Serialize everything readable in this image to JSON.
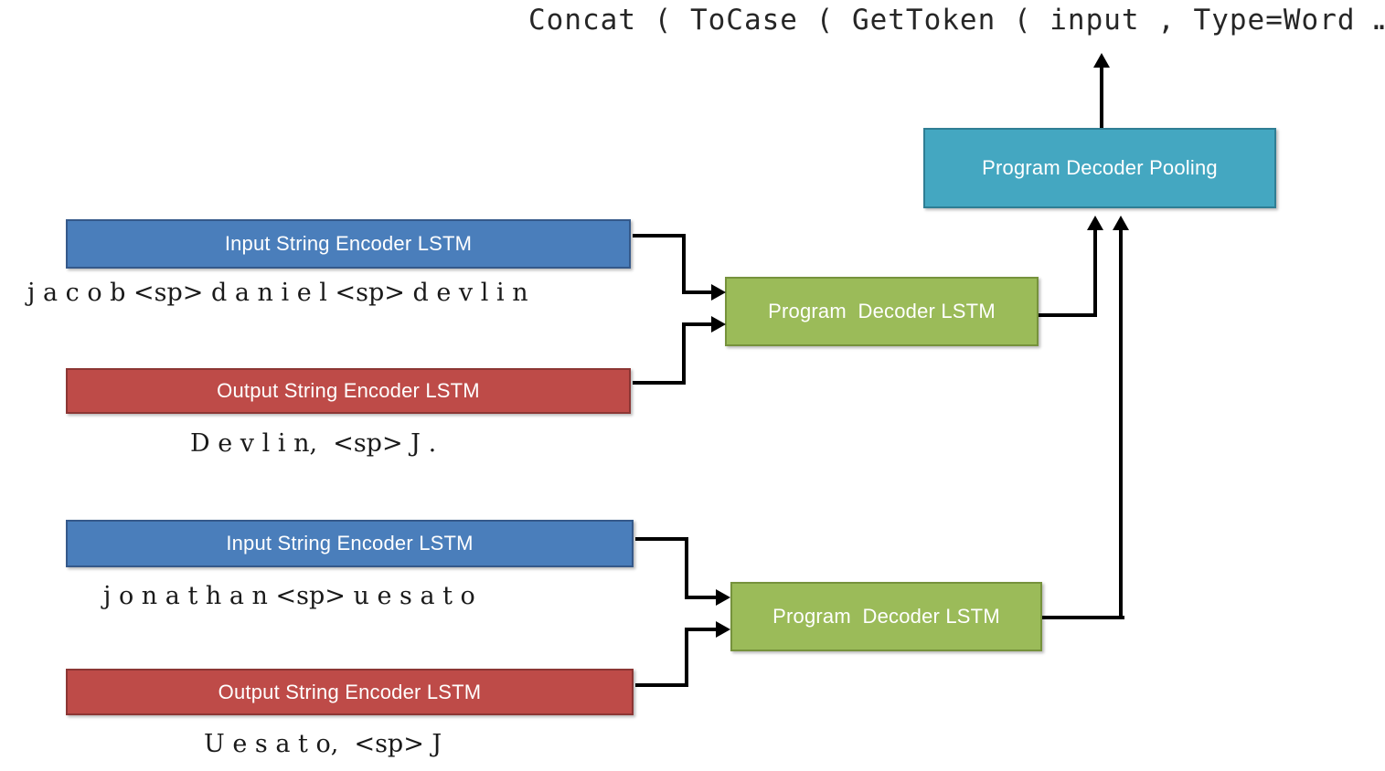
{
  "diagram": {
    "title_formula": "Concat ( ToCase ( GetToken ( input , Type=Word …",
    "colors": {
      "input_encoder": "#4a7ebb",
      "output_encoder": "#be4b48",
      "program_decoder": "#9bbb59",
      "pooling": "#44a7c1",
      "connector": "#000000",
      "background": "#ffffff"
    },
    "pooling": {
      "label": "Program Decoder Pooling"
    },
    "examples": [
      {
        "input_encoder_label": "Input String Encoder LSTM",
        "input_string": "j a c o b <sp> d a n i e l <sp> d e v l i n",
        "output_encoder_label": "Output String Encoder LSTM",
        "output_string": "D e v l i n,  <sp> J .",
        "decoder_label": "Program  Decoder LSTM"
      },
      {
        "input_encoder_label": "Input String Encoder LSTM",
        "input_string": "j o n a t h a n <sp> u e s a t o",
        "output_encoder_label": "Output String Encoder LSTM",
        "output_string": "U e s a t o,  <sp> J",
        "decoder_label": "Program  Decoder LSTM"
      }
    ]
  }
}
